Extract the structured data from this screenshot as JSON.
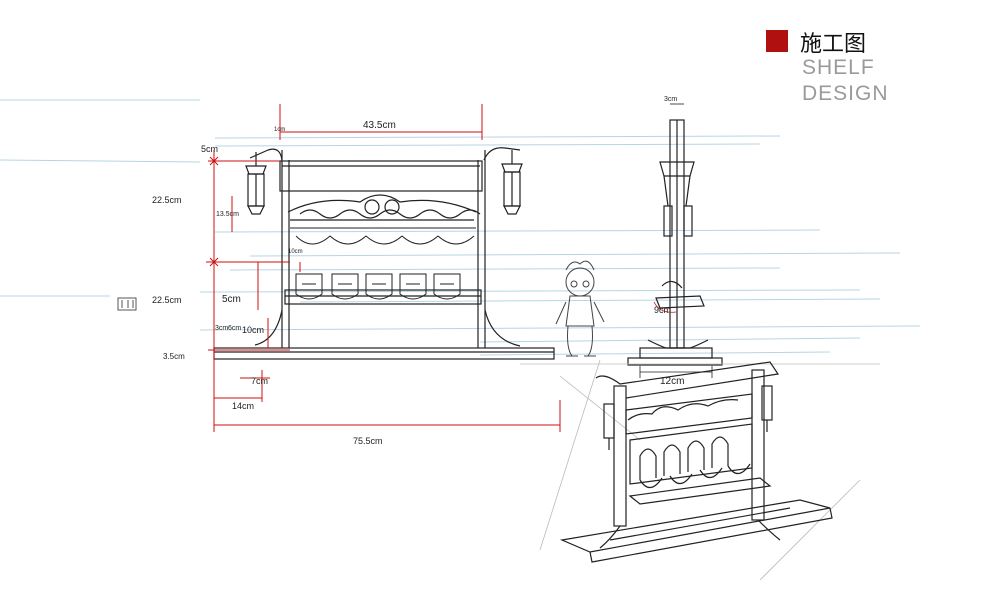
{
  "header": {
    "title_cn": "施工图",
    "title_en_line1": "SHELF",
    "title_en_line2": "DESIGN",
    "accent_color": "#b01010"
  },
  "front_view": {
    "dimensions": {
      "top_width": "43.5cm",
      "roof_height": "5cm",
      "upper_height": "22.5cm",
      "panel_height": "13.5cm",
      "small_gap": "10cm",
      "lower_height": "22.5cm",
      "shelf_gap": "5cm",
      "tier_gap": "10cm",
      "base_height": "3.5cm",
      "foot_a": "3cm",
      "foot_b": "6cm",
      "foot_offset": "7cm",
      "base_step": "14cm",
      "total_width": "75.5cm",
      "corner": "1cm"
    }
  },
  "side_view": {
    "dimensions": {
      "post_width": "3cm",
      "bracket": "9cm",
      "base_width": "12cm"
    }
  },
  "colors": {
    "ink": "#222222",
    "dimension_red": "#cc1111",
    "guide_blue": "#9ec8da"
  }
}
